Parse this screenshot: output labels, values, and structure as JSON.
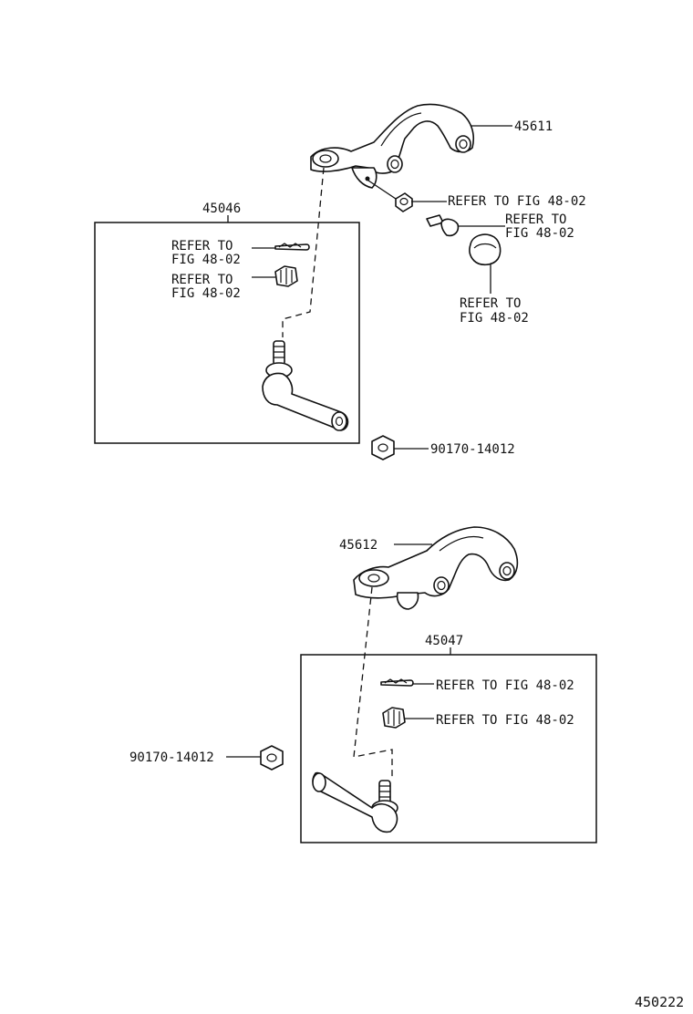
{
  "figure_id": "450222",
  "upper_group": {
    "arm_part_no": "45611",
    "end_kit_part_no": "45046",
    "nut_part_no": "90170-14012",
    "arm_nut_ref": "REFER TO FIG 48-02",
    "arm_bolt_ref_line1": "REFER TO",
    "arm_bolt_ref_line2": "FIG 48-02",
    "arm_cap_ref_line1": "REFER TO",
    "arm_cap_ref_line2": "FIG 48-02",
    "cotter_pin_ref_line1": "REFER TO",
    "cotter_pin_ref_line2": "FIG 48-02",
    "castle_nut_ref_line1": "REFER TO",
    "castle_nut_ref_line2": "FIG 48-02"
  },
  "lower_group": {
    "arm_part_no": "45612",
    "end_kit_part_no": "45047",
    "nut_part_no": "90170-14012",
    "cotter_pin_ref": "REFER TO FIG 48-02",
    "castle_nut_ref": "REFER TO FIG 48-02"
  }
}
